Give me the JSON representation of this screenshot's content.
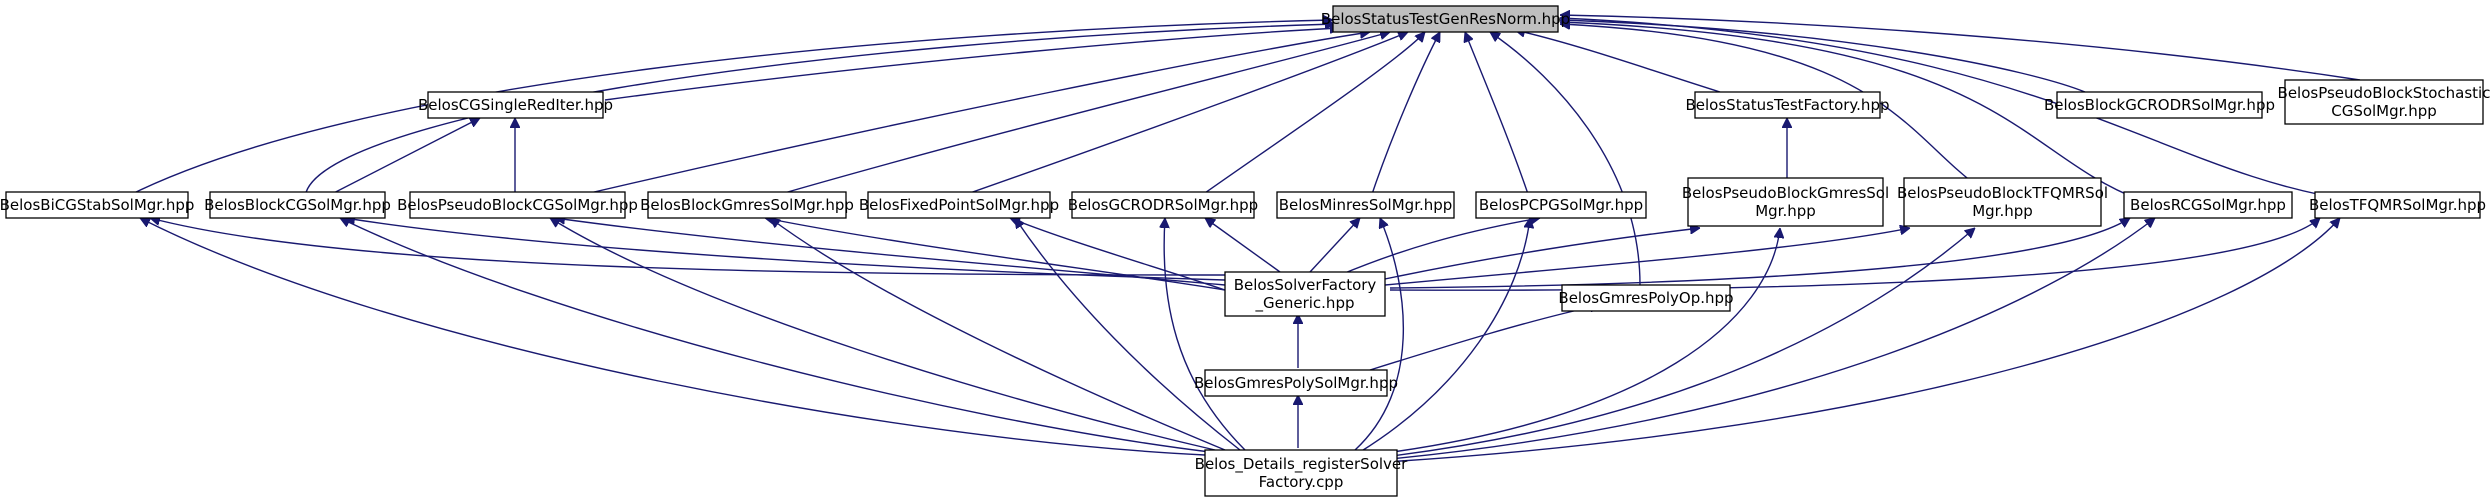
{
  "nodes": {
    "root": [
      "BelosStatusTestGenResNorm.hpp"
    ],
    "cgsingle": [
      "BelosCGSingleRedIter.hpp"
    ],
    "stfactory": [
      "BelosStatusTestFactory.hpp"
    ],
    "blockgcrodr": [
      "BelosBlockGCRODRSolMgr.hpp"
    ],
    "pbstoch": [
      "BelosPseudoBlockStochastic",
      "CGSolMgr.hpp"
    ],
    "bicgstab": [
      "BelosBiCGStabSolMgr.hpp"
    ],
    "blockcg": [
      "BelosBlockCGSolMgr.hpp"
    ],
    "pbcg": [
      "BelosPseudoBlockCGSolMgr.hpp"
    ],
    "blockgmres": [
      "BelosBlockGmresSolMgr.hpp"
    ],
    "fixedpoint": [
      "BelosFixedPointSolMgr.hpp"
    ],
    "gcrodr": [
      "BelosGCRODRSolMgr.hpp"
    ],
    "minres": [
      "BelosMinresSolMgr.hpp"
    ],
    "pcpg": [
      "BelosPCPGSolMgr.hpp"
    ],
    "pbgmres": [
      "BelosPseudoBlockGmresSol",
      "Mgr.hpp"
    ],
    "pbtfqmr": [
      "BelosPseudoBlockTFQMRSol",
      "Mgr.hpp"
    ],
    "rcg": [
      "BelosRCGSolMgr.hpp"
    ],
    "tfqmr": [
      "BelosTFQMRSolMgr.hpp"
    ],
    "solverfactory": [
      "BelosSolverFactory",
      "_Generic.hpp"
    ],
    "gmrespolyop": [
      "BelosGmresPolyOp.hpp"
    ],
    "gmrespoly": [
      "BelosGmresPolySolMgr.hpp"
    ],
    "register": [
      "Belos_Details_registerSolver",
      "Factory.cpp"
    ]
  },
  "colors": {
    "edge": "#191970",
    "root_fill": "#bfbfbf",
    "node_fill": "#ffffff",
    "node_stroke": "#000000"
  }
}
